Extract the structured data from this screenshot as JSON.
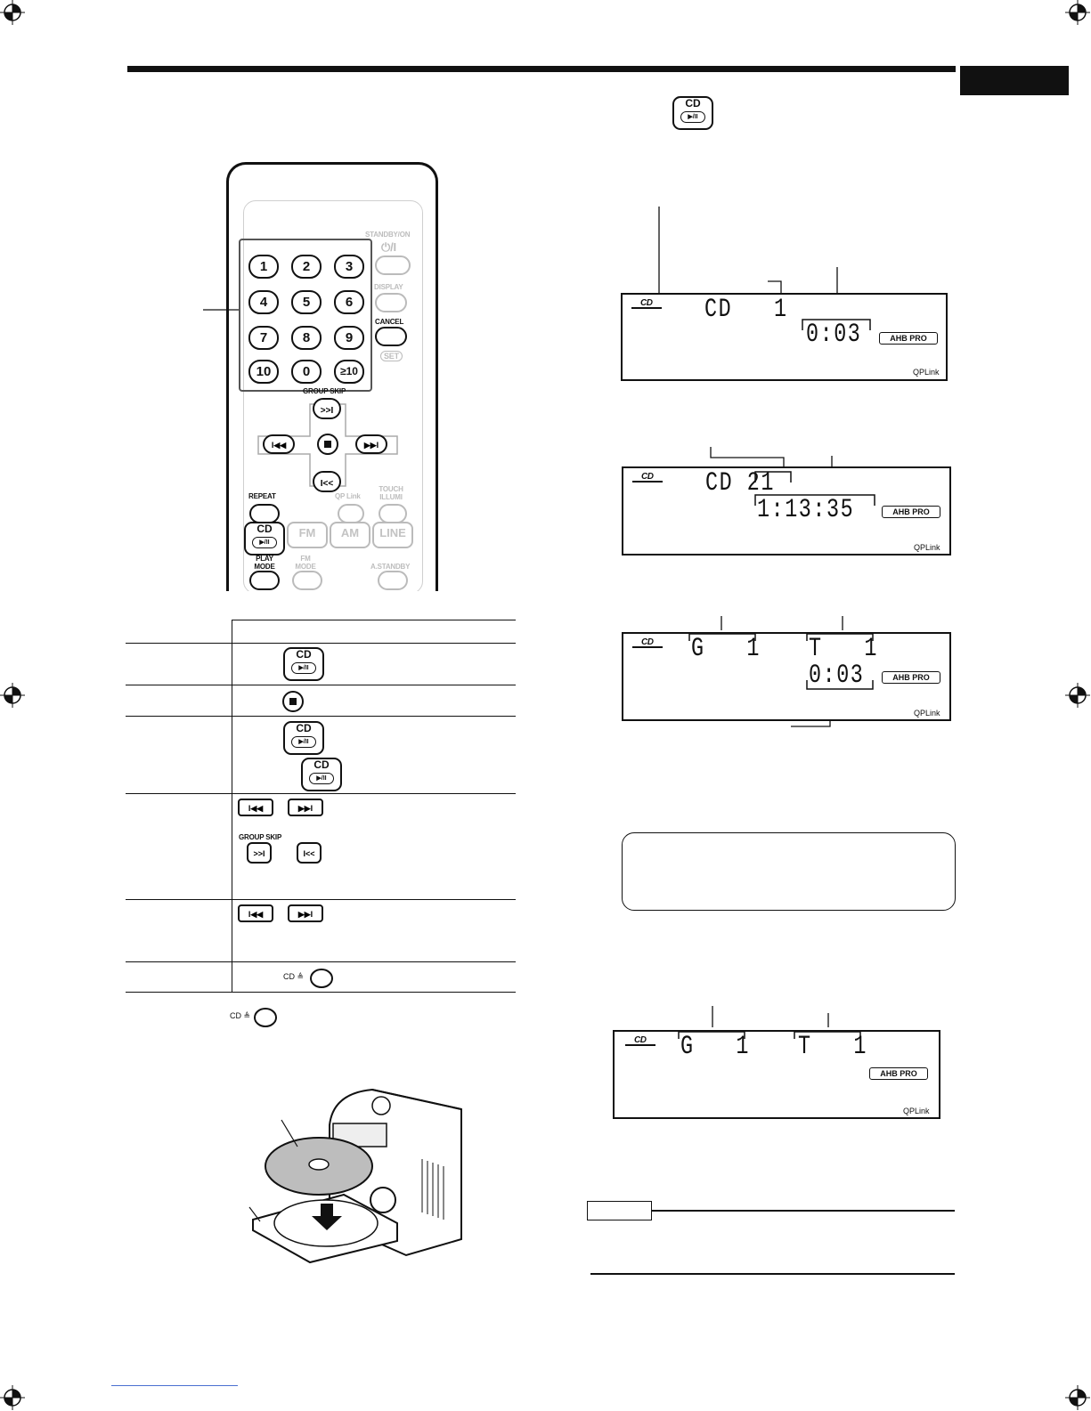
{
  "remote": {
    "numpad_keys": [
      "1",
      "2",
      "3",
      "4",
      "5",
      "6",
      "7",
      "8",
      "9",
      "10",
      "0",
      "≥10"
    ],
    "labels": {
      "standby": "STANDBY/ON",
      "standby_symbol": "⏻/I",
      "display": "DISPLAY",
      "cancel": "CANCEL",
      "set": "SET",
      "group_skip": "GROUP SKIP",
      "repeat": "REPEAT",
      "qp_link": "QP Link",
      "touch_illumi": "TOUCH ILLUMI",
      "play_mode": "PLAY MODE",
      "fm_mode": "FM MODE",
      "a_standby": "A.STANDBY"
    },
    "source_buttons": [
      "CD",
      "FM",
      "AM",
      "LINE"
    ],
    "cd_play_symbol": "▶/II"
  },
  "table": {
    "group_skip_label": "GROUP SKIP",
    "cd_label": "CD",
    "eject_label": "CD ≜",
    "play_symbol": "▶/II"
  },
  "instruction": {
    "cd_label": "CD",
    "eject_label": "CD ≜"
  },
  "displays": [
    {
      "source": "CD",
      "top_text": "CD   1",
      "time_text": "0:03",
      "badge": "AHB PRO",
      "footer": "QPLink"
    },
    {
      "source": "CD",
      "top_text": "CD 21",
      "time_text": "1:13:35",
      "badge": "AHB PRO",
      "footer": "QPLink"
    },
    {
      "source": "CD",
      "group_text": "G   1",
      "track_text": "T   1",
      "time_text": "0:03",
      "badge": "AHB PRO",
      "footer": "QPLink"
    },
    {
      "source": "CD",
      "group_text": "G   1",
      "track_text": "T   1",
      "badge": "AHB PRO",
      "footer": "QPLink"
    }
  ]
}
